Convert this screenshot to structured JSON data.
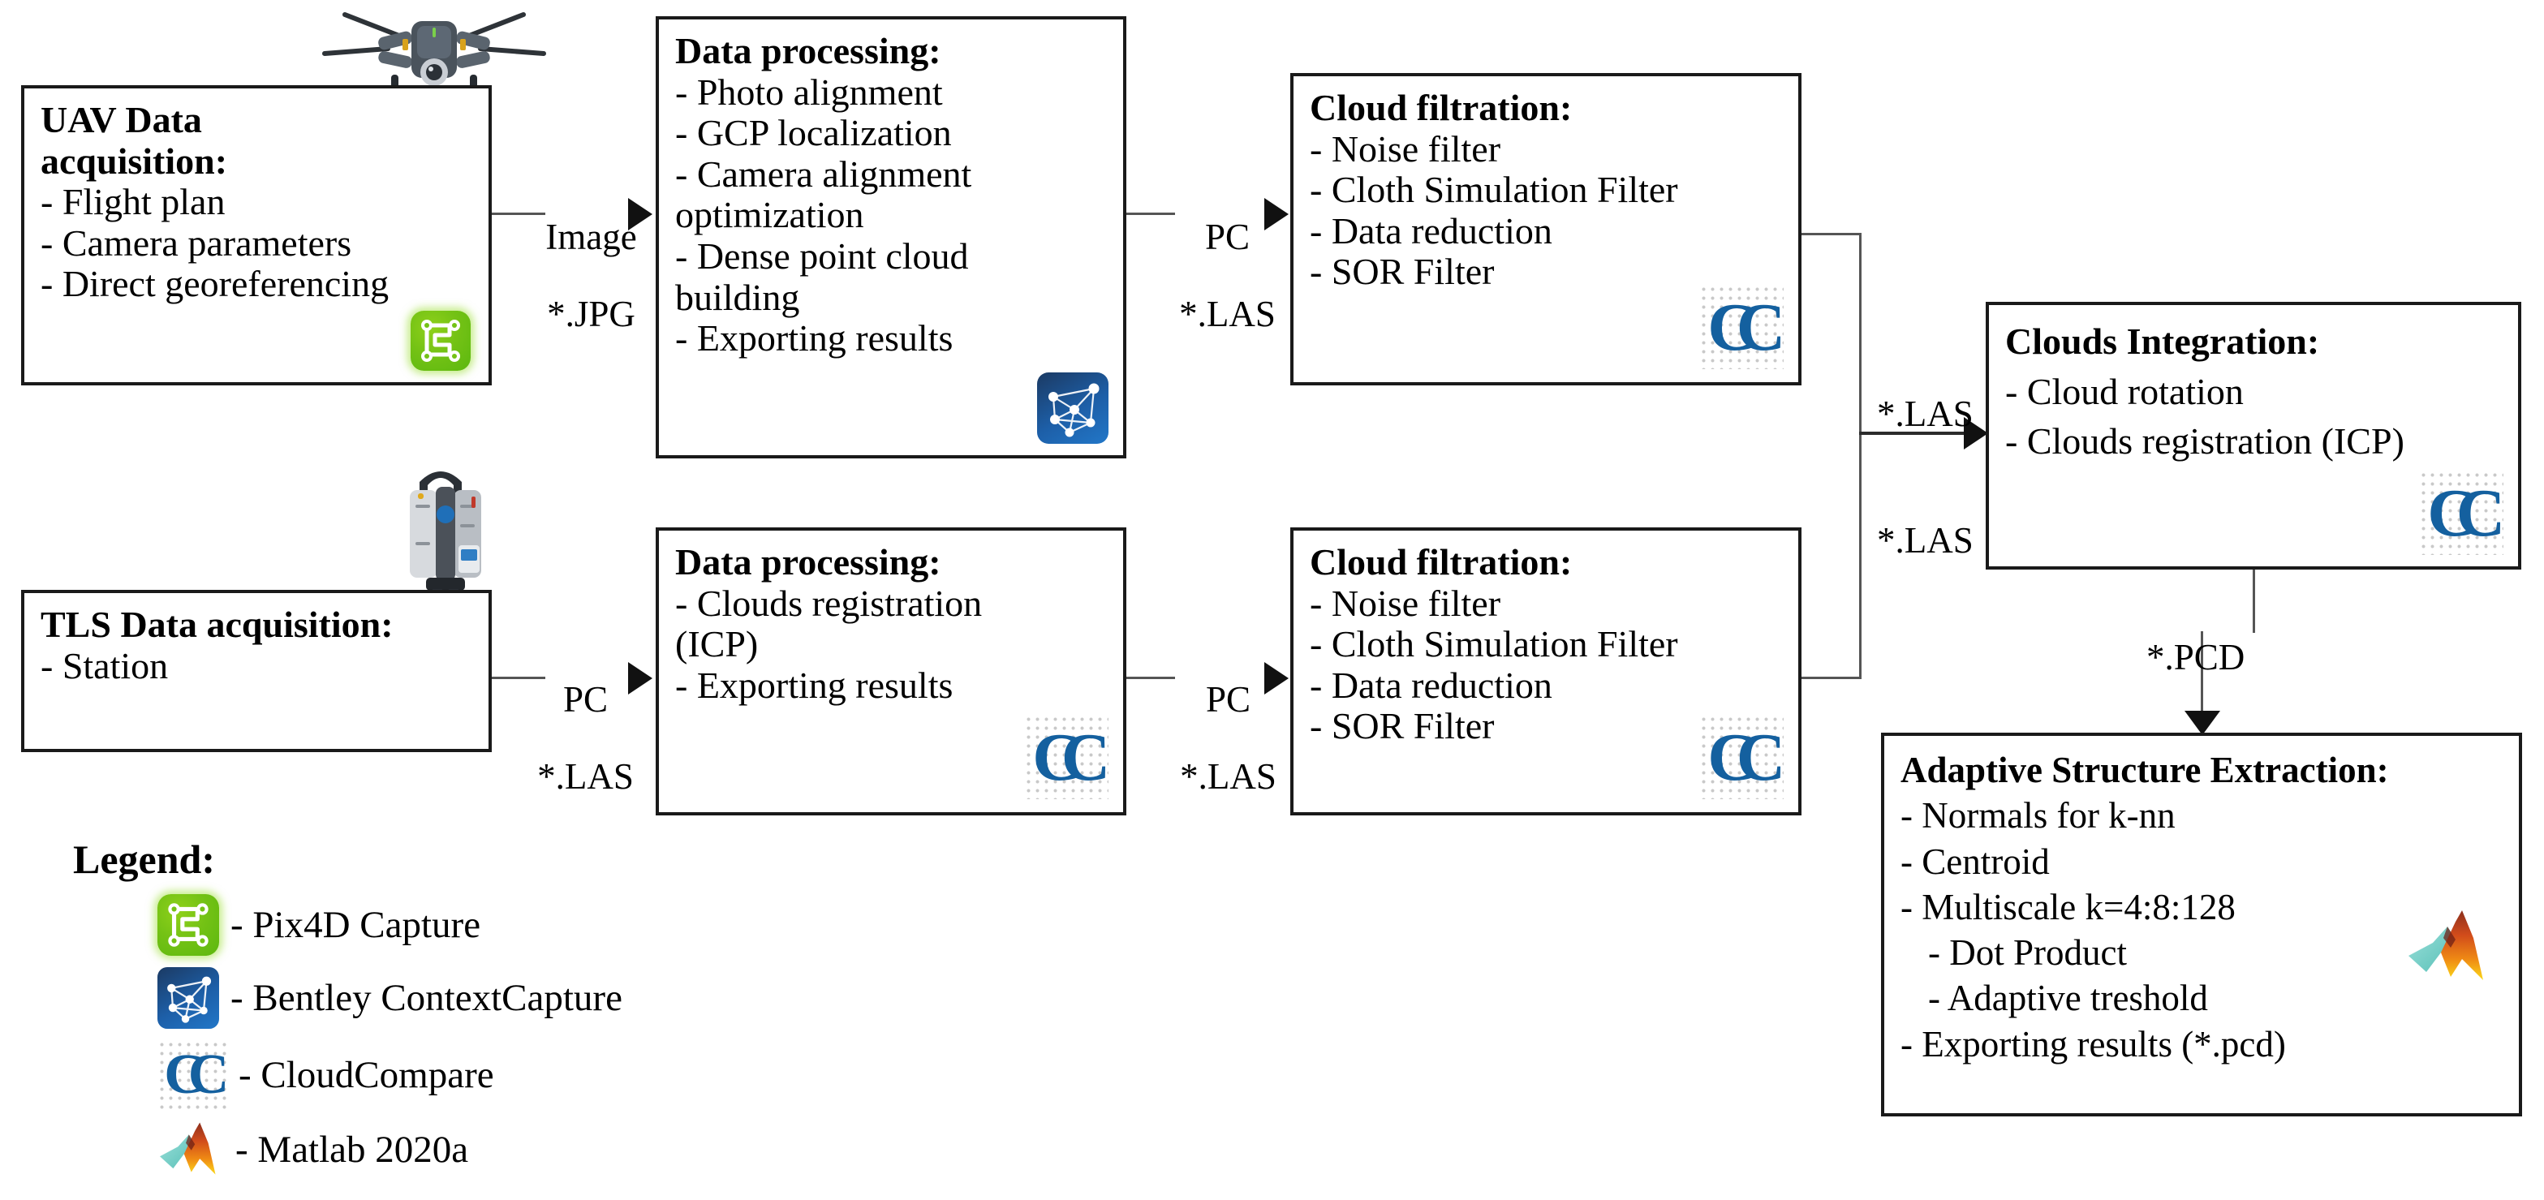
{
  "diagram": {
    "title": "UAV and TLS point-cloud processing workflow",
    "boxes": [
      {
        "id": "uav-acquisition",
        "title": "UAV Data",
        "title2": "acquisition:",
        "items": [
          "- Flight plan",
          "- Camera parameters",
          "- Direct georeferencing"
        ],
        "icon": "pix4d-icon"
      },
      {
        "id": "uav-processing",
        "title": "Data processing:",
        "items": [
          "- Photo alignment",
          "- GCP localization",
          "- Camera alignment",
          "optimization",
          "- Dense point cloud",
          "building",
          "- Exporting results"
        ],
        "icon": "bentley-icon"
      },
      {
        "id": "uav-filtration",
        "title": "Cloud filtration:",
        "items": [
          "- Noise filter",
          "- Cloth Simulation Filter",
          "- Data reduction",
          "- SOR Filter"
        ],
        "icon": "cloudcompare-icon"
      },
      {
        "id": "tls-acquisition",
        "title": "TLS Data acquisition:",
        "items": [
          "- Station"
        ],
        "icon": "none"
      },
      {
        "id": "tls-processing",
        "title": "Data processing:",
        "items": [
          "- Clouds registration",
          "(ICP)",
          "- Exporting results"
        ],
        "icon": "cloudcompare-icon"
      },
      {
        "id": "tls-filtration",
        "title": "Cloud filtration:",
        "items": [
          "- Noise filter",
          "- Cloth Simulation Filter",
          "- Data reduction",
          "- SOR Filter"
        ],
        "icon": "cloudcompare-icon"
      },
      {
        "id": "clouds-integration",
        "title": "Clouds Integration:",
        "items": [
          "- Cloud rotation",
          "- Clouds registration (ICP)"
        ],
        "icon": "cloudcompare-icon"
      },
      {
        "id": "adaptive-structure-extraction",
        "title": "Adaptive Structure Extraction:",
        "items": [
          "- Normals for k-nn",
          "- Centroid",
          "- Multiscale k=4:8:128",
          "- Dot Product",
          "- Adaptive treshold",
          "- Exporting results (*.pcd)"
        ],
        "icon": "matlab-icon"
      }
    ],
    "edges": [
      {
        "id": "uav-to-processing",
        "line1": "Image",
        "line2": "*.JPG"
      },
      {
        "id": "processing-to-filtration",
        "line1": "PC",
        "line2": "*.LAS"
      },
      {
        "id": "tls-to-processing",
        "line1": "PC",
        "line2": "*.LAS"
      },
      {
        "id": "tlsproc-to-filtration",
        "line1": "PC",
        "line2": "*.LAS"
      },
      {
        "id": "uavfilter-to-integration",
        "line1": "*.LAS",
        "line2": ""
      },
      {
        "id": "tlsfilter-to-integration",
        "line1": "*.LAS",
        "line2": ""
      },
      {
        "id": "integration-to-extraction",
        "line1": "*.PCD",
        "line2": ""
      }
    ],
    "legend": {
      "title": "Legend:",
      "items": [
        {
          "icon": "pix4d-icon",
          "label": "- Pix4D Capture"
        },
        {
          "icon": "bentley-icon",
          "label": "- Bentley ContextCapture"
        },
        {
          "icon": "cloudcompare-icon",
          "label": "- CloudCompare"
        },
        {
          "icon": "matlab-icon",
          "label": "- Matlab 2020a"
        }
      ]
    },
    "photos": [
      {
        "id": "drone-photo",
        "label": "UAV quadcopter drone"
      },
      {
        "id": "scanner-photo",
        "label": "Terrestrial laser scanner"
      }
    ],
    "colors": {
      "stroke": "#1a1a1a",
      "pix4d_green": "#74c215",
      "bentley_blue": "#1d5fa8",
      "cloudcompare_blue": "#14609f",
      "matlab_orange": "#e8861e",
      "matlab_teal": "#6fd0c8"
    }
  }
}
